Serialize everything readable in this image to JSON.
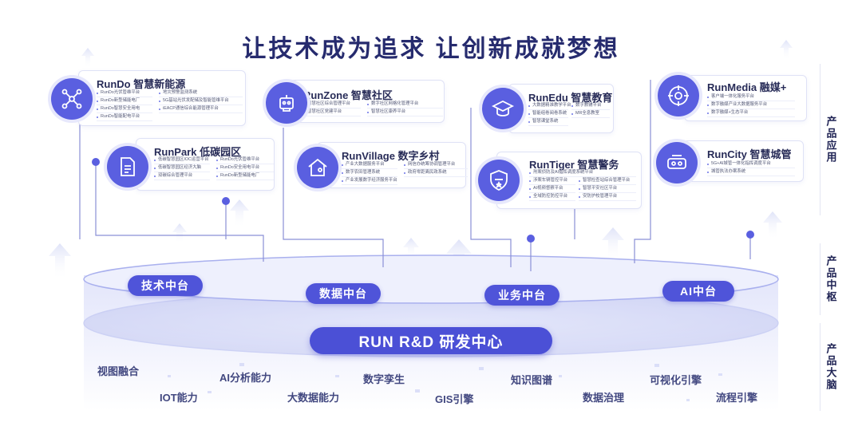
{
  "title": "让技术成为追求  让创新成就梦想",
  "cards": [
    {
      "name": "RunDo 智慧新能源",
      "items": [
        "RunDo光伏管维平台",
        "地灾预警监测系统",
        "RunDo新型储能电厂",
        "5G基站光伏发配储及智能管维平台",
        "RunDo智慧安全用电",
        "iEACP通信综合能源管理平台",
        "RunDo智能配电平台"
      ]
    },
    {
      "name": "RunPark 低碳园区",
      "items": [
        "低碳智慧园区IOC运营平台",
        "RunDo光伏管维平台",
        "低碳智慧园区经济大脑",
        "RunDo安全用电平台",
        "双碳综合管理平台",
        "RunDo新型储能电厂"
      ]
    },
    {
      "name": "RunZone 智慧社区",
      "items": [
        "智慧社区综合管理平台",
        "数字社区网格化管理平台",
        "智慧社区党建平台",
        "智慧社区康养平台"
      ]
    },
    {
      "name": "RunVillage 数字乡村",
      "items": [
        "产业大数据服务平台",
        "网信办统筹协调管理平台",
        "数字农田管理系统",
        "政府零距离民政系统",
        "产业发展数字经济服务平台"
      ]
    },
    {
      "name": "RunEdu 智慧教育",
      "items": [
        "大数据精准教学平台",
        "数字教辅平台",
        "智能组卷阅卷系统",
        "MR全息教室",
        "智慧课堂系统"
      ]
    },
    {
      "name": "RunTiger 智慧警务",
      "items": [
        "刑案侦防及AI指挥调度系统平台",
        "涉案车辆管控平台",
        "智慧检查站综合管理平台",
        "AI视频督察平台",
        "智慧平安社区平台",
        "全域防控防控平台",
        "安防护校管理平台"
      ]
    },
    {
      "name": "RunMedia 融媒+",
      "items": [
        "客户端一体化服务平台",
        "数字融媒产业大数据服务平台",
        "数字融媒+生态平台"
      ]
    },
    {
      "name": "RunCity 智慧城管",
      "items": [
        "5G+AI城管一体化指挥调度平台",
        "城管执法办案系统"
      ]
    }
  ],
  "platforms": [
    "技术中台",
    "数据中台",
    "业务中台",
    "AI中台"
  ],
  "core": "RUN R&D 研发中心",
  "capabilities": [
    "视图融合",
    "IOT能力",
    "AI分析能力",
    "大数据能力",
    "数字孪生",
    "GIS引擎",
    "知识图谱",
    "数据治理",
    "可视化引擎",
    "流程引擎"
  ],
  "side_labels": [
    "产品应用",
    "产品中枢",
    "产品大脑"
  ],
  "colors": {
    "primary": "#4f54d9",
    "title": "#262b6e"
  }
}
